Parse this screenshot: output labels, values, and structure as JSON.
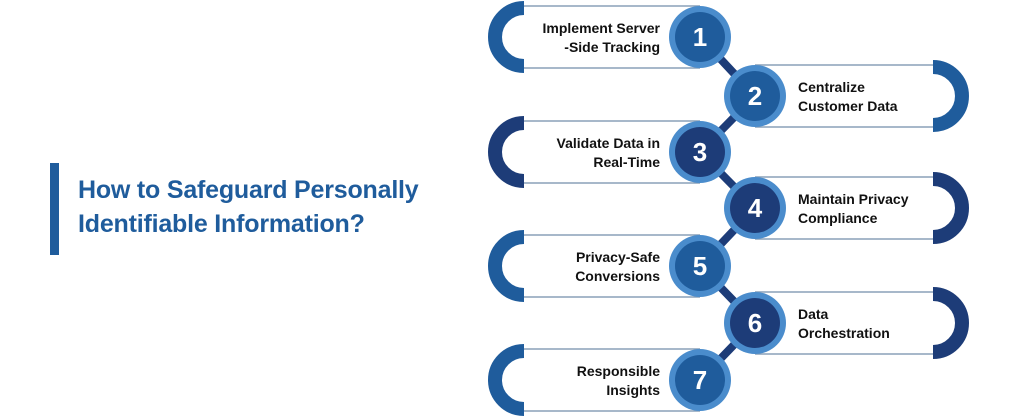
{
  "title": {
    "line1": "How to Safeguard Personally",
    "line2": "Identifiable Information?"
  },
  "colors": {
    "accent": "#1f5c9c",
    "navy": "#1d3c78",
    "light": "#3a78b8"
  },
  "steps": [
    {
      "number": "1",
      "lines": [
        "Implement Server",
        "-Side Tracking"
      ]
    },
    {
      "number": "2",
      "lines": [
        "Centralize",
        "Customer Data"
      ]
    },
    {
      "number": "3",
      "lines": [
        "Validate Data in",
        "Real-Time"
      ]
    },
    {
      "number": "4",
      "lines": [
        "Maintain Privacy",
        "Compliance"
      ]
    },
    {
      "number": "5",
      "lines": [
        "Privacy-Safe",
        "Conversions"
      ]
    },
    {
      "number": "6",
      "lines": [
        "Data",
        "Orchestration"
      ]
    },
    {
      "number": "7",
      "lines": [
        "Responsible",
        "Insights"
      ]
    }
  ]
}
